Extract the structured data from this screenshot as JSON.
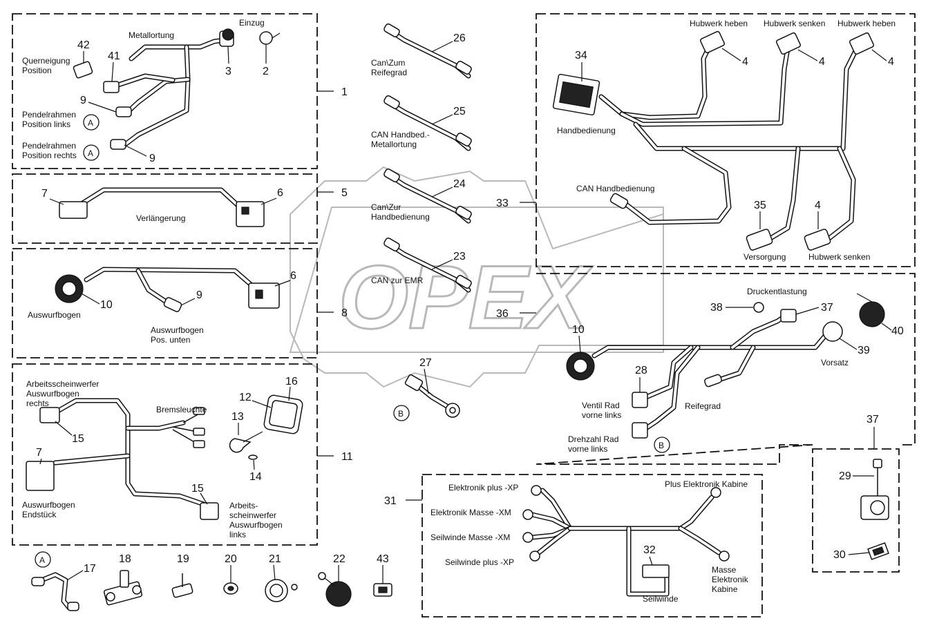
{
  "watermark": "OPEX",
  "groups": {
    "g1": {
      "number": "1",
      "labels": {
        "metallortung": "Metallortung",
        "einzug": "Einzug",
        "querneigung": [
          "Querneigung",
          "Position"
        ],
        "pendel_links": [
          "Pendelrahmen",
          "Position links"
        ],
        "pendel_rechts": [
          "Pendelrahmen",
          "Position rechts"
        ]
      },
      "parts": [
        "42",
        "41",
        "3",
        "2",
        "9",
        "9"
      ],
      "refs": [
        "A",
        "A"
      ]
    },
    "g5": {
      "number": "5",
      "labels": {
        "verlaengerung": "Verlängerung"
      },
      "parts": [
        "7",
        "6"
      ]
    },
    "g8": {
      "number": "8",
      "labels": {
        "auswurfbogen": "Auswurfbogen",
        "pos_unten": [
          "Auswurfbogen",
          "Pos. unten"
        ]
      },
      "parts": [
        "10",
        "9",
        "6"
      ]
    },
    "g11": {
      "number": "11",
      "labels": {
        "scheinwerfer_rechts": [
          "Arbeitsscheinwerfer",
          "Auswurfbogen",
          "rechts"
        ],
        "bremsleuchte": "Bremsleuchte",
        "endstueck": [
          "Auswurfbogen",
          "Endstück"
        ],
        "scheinwerfer_links": [
          "Arbeits-",
          "scheinwerfer",
          "Auswurfbogen",
          "links"
        ]
      },
      "parts": [
        "16",
        "12",
        "13",
        "14",
        "15",
        "7",
        "15"
      ]
    },
    "cables": [
      {
        "part": "26",
        "label": [
          "Can\\Zum",
          "Reifegrad"
        ]
      },
      {
        "part": "25",
        "label": [
          "CAN Handbed.-",
          "Metallortung"
        ]
      },
      {
        "part": "24",
        "label": [
          "Can\\Zur",
          "Handbedienung"
        ]
      },
      {
        "part": "23",
        "label": [
          "CAN zur EMR"
        ]
      }
    ],
    "g27": {
      "part": "27",
      "ref": "B"
    },
    "g33": {
      "number": "33",
      "labels": {
        "hubwerk_heben_1": "Hubwerk heben",
        "hubwerk_senken_1": "Hubwerk senken",
        "hubwerk_heben_2": "Hubwerk heben",
        "handbedienung": "Handbedienung",
        "can_handbedienung": "CAN Handbedienung",
        "versorgung": "Versorgung",
        "hubwerk_senken_2": "Hubwerk senken"
      },
      "parts": [
        "34",
        "4",
        "4",
        "4",
        "35",
        "4"
      ]
    },
    "g36": {
      "number": "36",
      "labels": {
        "druckentlastung": "Druckentlastung",
        "vorsatz": "Vorsatz",
        "ventil": [
          "Ventil Rad",
          "vorne links"
        ],
        "reifegrad": "Reifegrad",
        "drehzahl": [
          "Drehzahl Rad",
          "vorne links"
        ]
      },
      "parts": [
        "38",
        "37",
        "40",
        "10",
        "39",
        "28",
        "B"
      ]
    },
    "g37": {
      "number": "37",
      "parts": [
        "29",
        "30"
      ]
    },
    "g31": {
      "number": "31",
      "labels": {
        "elektronik_plus": "Elektronik plus -XP",
        "elektronik_masse": "Elektronik Masse -XM",
        "seilwinde_masse": "Seilwinde Masse -XM",
        "seilwinde_plus": "Seilwinde plus -XP",
        "plus_kabine": "Plus Elektronik Kabine",
        "masse_kabine": [
          "Masse",
          "Elektronik",
          "Kabine"
        ],
        "seilwinde": "Seilwinde"
      },
      "parts": [
        "32"
      ]
    },
    "loose": {
      "ref": "A",
      "parts": [
        "17",
        "18",
        "19",
        "20",
        "21",
        "22",
        "43"
      ]
    }
  }
}
